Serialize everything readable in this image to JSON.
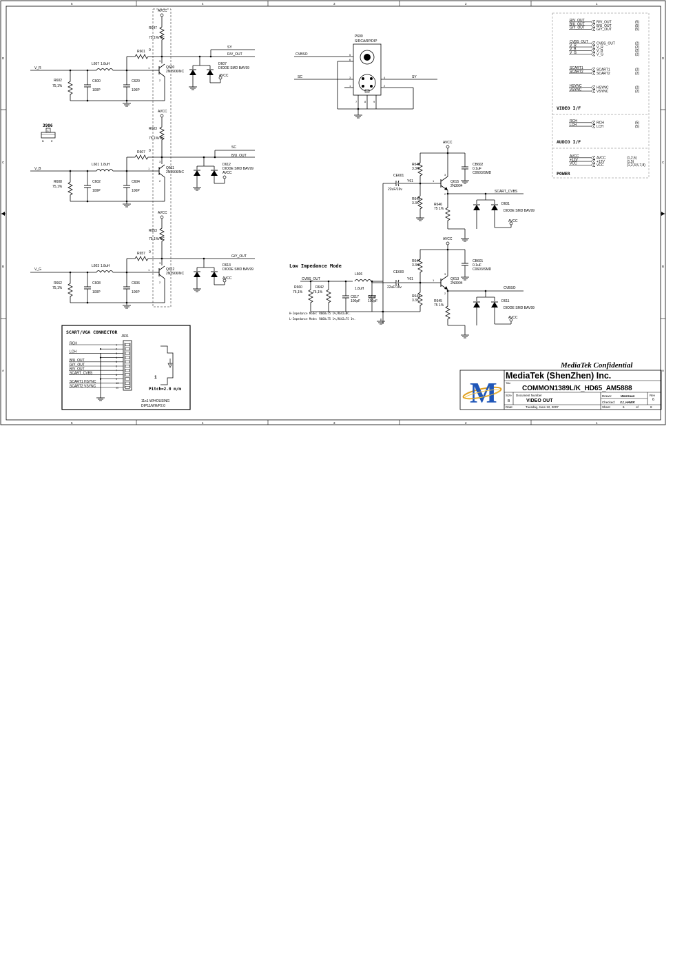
{
  "frame": {
    "col_labels": [
      "5",
      "4",
      "3",
      "2",
      "1"
    ],
    "row_labels": [
      "D",
      "C",
      "B",
      "A"
    ]
  },
  "part_3906": {
    "title": "3906",
    "pins": [
      "C",
      "B",
      "E"
    ]
  },
  "ch_r": {
    "avcc": "AVCC",
    "rtop": "R647",
    "rtop_val": "75,1%/NC",
    "rb": "R601",
    "rb_val": "0",
    "ind": "L607",
    "ind_val": "1.8uH",
    "in_net": "V_R",
    "rin": "R602",
    "rin_val": "75,1%",
    "c1": "C600",
    "c1_val": "100P",
    "c2": "C620",
    "c2_val": "100P",
    "q": "Q600",
    "q_val": "2N3906/NC",
    "net1": "SY",
    "net2": "R/V_OUT",
    "d": "D607",
    "d_val": "DIODE SMD BAV99",
    "d_avcc": "AVCC"
  },
  "ch_b": {
    "avcc": "AVCC",
    "rtop": "R603",
    "rtop_val": "75,1%/NC",
    "rb": "R607",
    "rb_val": "0",
    "ind": "L601",
    "ind_val": "1.8uH",
    "in_net": "V_B",
    "rin": "R608",
    "rin_val": "75,1%",
    "c1": "C602",
    "c1_val": "100P",
    "c2": "C604",
    "c2_val": "100P",
    "q": "Q611",
    "q_val": "2N3906/NC",
    "net1": "SC",
    "net2": "B/U_OUT",
    "d": "D612",
    "d_val": "DIODE SMD BAV99",
    "d_avcc": "AVCC"
  },
  "ch_g": {
    "avcc": "AVCC",
    "rtop": "R653",
    "rtop_val": "75,1%/NC",
    "rb": "R657",
    "rb_val": "0",
    "ind": "L603",
    "ind_val": "1.8uH",
    "in_net": "V_G",
    "rin": "R662",
    "rin_val": "75,1%",
    "c1": "C608",
    "c1_val": "100P",
    "c2": "C606",
    "c2_val": "100P",
    "q": "Q612",
    "q_val": "2N3906/NC",
    "net2": "G/Y_OUT",
    "d": "D613",
    "d_val": "DIODE SMD BAV99",
    "d_avcc": "AVCC"
  },
  "p600": {
    "ref": "P600",
    "part": "S/RCA/9P/DIP",
    "net_cvbso": "CVBSO",
    "net_sc": "SC",
    "net_sy": "SY",
    "pins": [
      "5",
      "6",
      "3",
      "4",
      "1",
      "2",
      "7",
      "8",
      "9"
    ]
  },
  "drv1": {
    "avcc": "AVCC",
    "r1": "R648",
    "r1_val": "3.3K",
    "r2": "R649",
    "r2_val": "3.3K",
    "cap": "CE601",
    "cap_val": "22uF/16v",
    "y": "Y61",
    "q": "Q615",
    "q_val": "2N3904",
    "c": "CB602",
    "c_val": "0.1uF",
    "c_pkg": "C0603/SMD",
    "re": "R646",
    "re_val": "75 1%",
    "out": "SCART_CVBS",
    "d": "D601",
    "d_val": "DIODE SMD BAV99",
    "d_avcc": "AVCC"
  },
  "drv2": {
    "avcc": "AVCC",
    "r1": "R647",
    "r1_val": "3.3K",
    "r2": "R644",
    "r2_val": "3.3K",
    "cap": "CE600",
    "cap_val": "22uF/16v",
    "y": "Y61",
    "q": "Q613",
    "q_val": "2N3904",
    "c": "CB601",
    "c_val": "0.1uF",
    "c_pkg": "C0603/SMD",
    "re": "R645",
    "re_val": "75 1%",
    "out": "CVBSO",
    "d": "D611",
    "d_val": "DIODE SMD BAV99",
    "d_avcc": "AVCC"
  },
  "lowimp": {
    "title": "Low Impedance Mode",
    "net": "CVBS_OUT",
    "ind": "L606",
    "ind_val": "1.8uH",
    "r1": "R660",
    "r1_val": "75,1%",
    "r2": "R642",
    "r2_val": "75,1%",
    "c1": "C617",
    "c1_val": "100pF",
    "c2": "C618",
    "c2_val": "100pF",
    "note1": "H-Impedance Mode: R660=75 1%,R642=NC.",
    "note2": "L-Impedance Mode: R660=75 1%,R642=75 1%."
  },
  "interface": {
    "video_title": "VIDEO I/F",
    "video1": [
      {
        "net": "R/V_OUT",
        "port": "R/V_OUT",
        "page": "(5)"
      },
      {
        "net": "B/U_OUT",
        "port": "B/U_OUT",
        "page": "(5)"
      },
      {
        "net": "G/Y_OUT",
        "port": "G/Y_OUT",
        "page": "(5)"
      }
    ],
    "video2": [
      {
        "net": "CVBS_OUT",
        "port": "CVBS_OUT",
        "page": "(2)"
      },
      {
        "net": "V_R",
        "port": "V_R",
        "page": "(2)"
      },
      {
        "net": "V_B",
        "port": "V_B",
        "page": "(2)"
      },
      {
        "net": "V_G",
        "port": "V_G",
        "page": "(2)"
      }
    ],
    "video3": [
      {
        "net": "SCART1",
        "port": "SCART1",
        "page": "(2)"
      },
      {
        "net": "SCART2",
        "port": "SCART2",
        "page": "(2)"
      }
    ],
    "video4": [
      {
        "net": "HSYNC",
        "port": "HSYNC",
        "page": "(2)"
      },
      {
        "net": "VSYNC",
        "port": "VSYNC",
        "page": "(2)"
      }
    ],
    "audio_title": "AUDIO I/F",
    "audio": [
      {
        "net": "RCH",
        "port": "RCH",
        "page": "(5)"
      },
      {
        "net": "LCH",
        "port": "LCH",
        "page": "(5)"
      }
    ],
    "power_title": "POWER",
    "power": [
      {
        "net": "AVCC",
        "port": "AVCC",
        "page": "(1,2,5)"
      },
      {
        "net": "+12V",
        "port": "+12V",
        "page": "(1,5)"
      },
      {
        "net": "VCC",
        "port": "VCC",
        "page": "(1,2,3,5,7,8)"
      }
    ]
  },
  "scart": {
    "title": "SCART/VGA CONNECTOR",
    "ref": "J601",
    "rows": [
      {
        "net": "RCH",
        "pin": "1"
      },
      {
        "net": "",
        "pin": "2"
      },
      {
        "net": "LCH",
        "pin": "3"
      },
      {
        "net": "",
        "pin": "4"
      },
      {
        "net": "B/U_OUT",
        "pin": "5"
      },
      {
        "net": "G/Y_OUT",
        "pin": "6"
      },
      {
        "net": "R/V_OUT",
        "pin": "7"
      },
      {
        "net": "SCART_CVBS",
        "pin": "8"
      },
      {
        "net": "",
        "pin": "9"
      },
      {
        "net": "SCART1   HSYNC",
        "pin": "10"
      },
      {
        "net": "SCART2   VSYNC",
        "pin": "11"
      }
    ],
    "part1": "11x1 W/HOUSING",
    "part2": "DIP11/WH/P2.0",
    "pin1": "1",
    "pitch": "Pitch=2.0 m/m"
  },
  "title_block": {
    "confidential": "MediaTek Confidential",
    "company": "MediaTek (ShenZhen) Inc.",
    "title_label": "Title",
    "title": "COMMON1389L/K_HD65_AM5888",
    "size_label": "Size",
    "size": "B",
    "docnum_label": "Document Number",
    "doc": "VIDEO OUT",
    "drawn_label": "Drawn:",
    "drawn": "WenXuan",
    "checked_label": "Checked:",
    "checked": "XJ_HAWK",
    "rev_label": "Rev",
    "rev": "6",
    "date_label": "Date:",
    "date": "Tuesday, June 12, 2007",
    "sheet_label": "Sheet",
    "sheet": "6",
    "of_label": "of",
    "of": "8",
    "logo_letter": "M"
  }
}
